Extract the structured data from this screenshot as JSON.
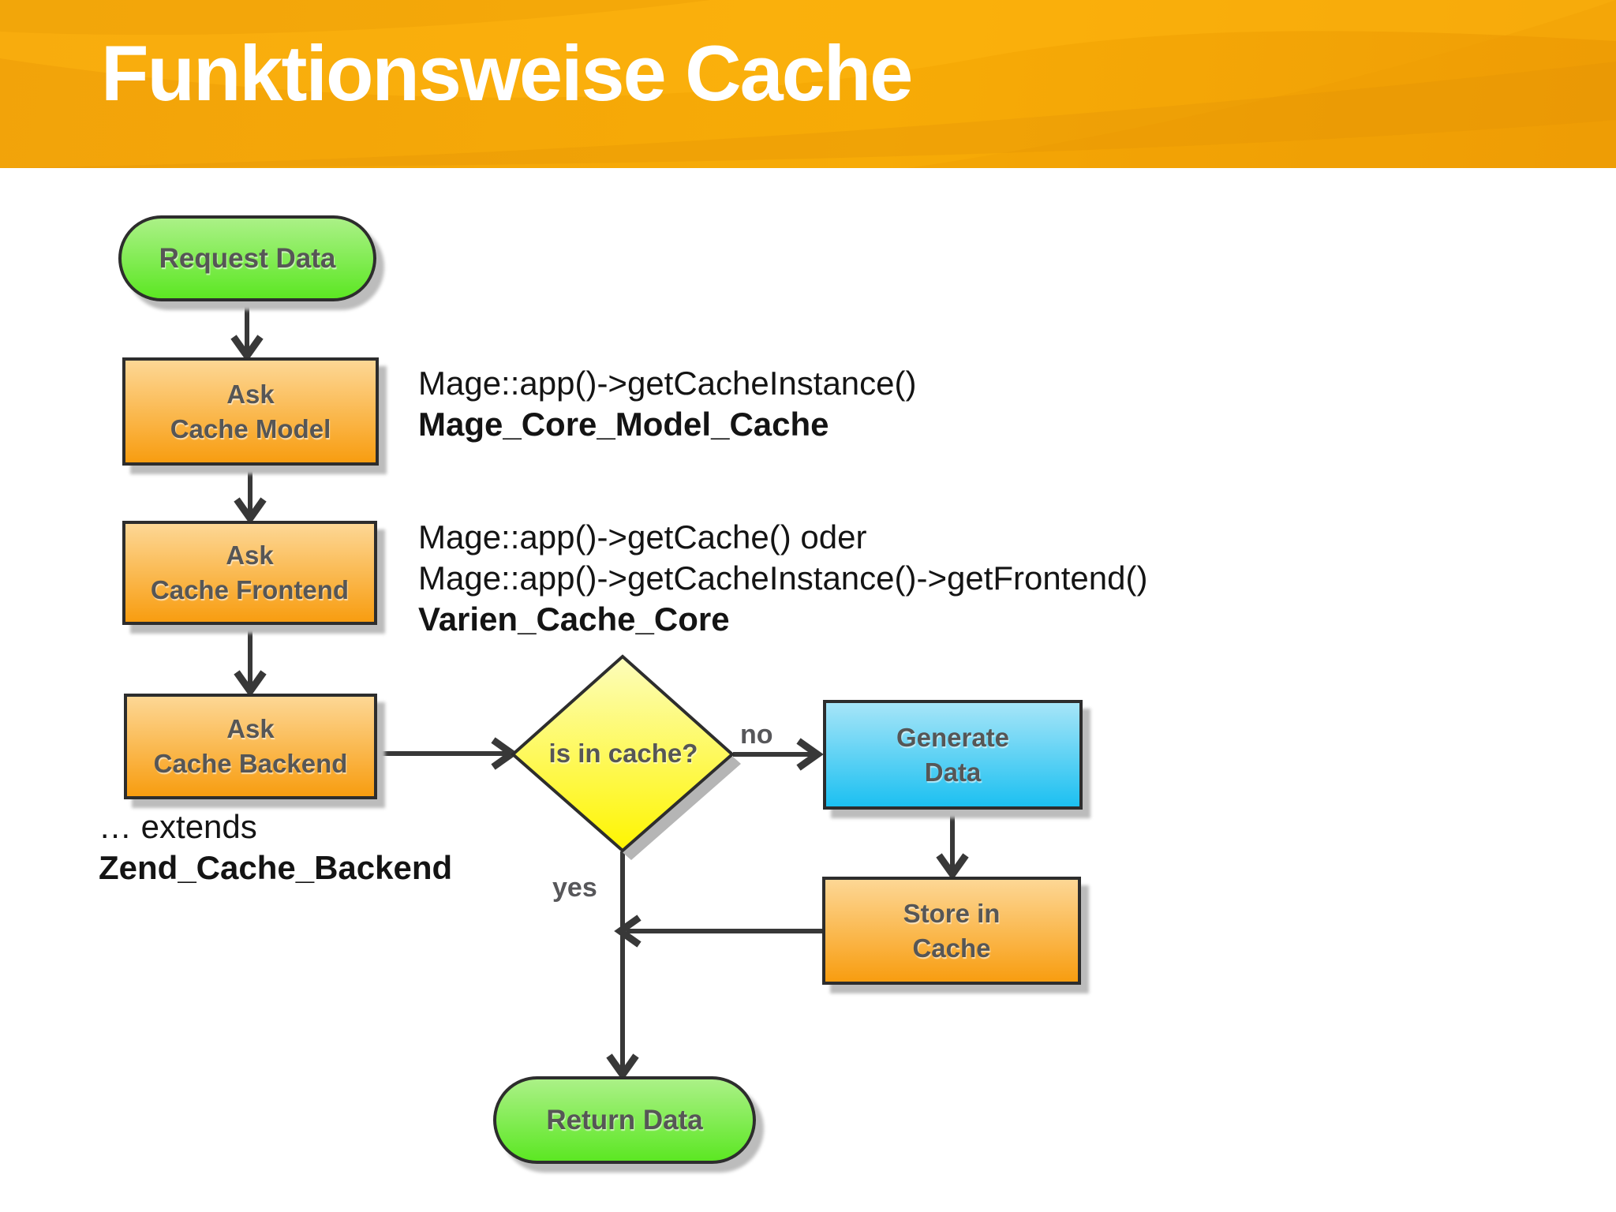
{
  "slide": {
    "title": "Funktionsweise Cache"
  },
  "flowchart": {
    "nodes": {
      "request_data": {
        "label": "Request Data"
      },
      "ask_cache_model": {
        "line1": "Ask",
        "line2": "Cache Model"
      },
      "ask_cache_frontend": {
        "line1": "Ask",
        "line2": "Cache Frontend"
      },
      "ask_cache_backend": {
        "line1": "Ask",
        "line2": "Cache Backend"
      },
      "is_in_cache": {
        "label": "is in cache?"
      },
      "generate_data": {
        "line1": "Generate",
        "line2": "Data"
      },
      "store_in_cache": {
        "line1": "Store in",
        "line2": "Cache"
      },
      "return_data": {
        "label": "Return Data"
      }
    },
    "edge_labels": {
      "no": "no",
      "yes": "yes"
    }
  },
  "annotations": {
    "cache_model": {
      "line1": "Mage::app()->getCacheInstance()",
      "line2": "Mage_Core_Model_Cache"
    },
    "cache_frontend": {
      "line1": "Mage::app()->getCache() oder",
      "line2": "Mage::app()->getCacheInstance()->getFrontend()",
      "line3": "Varien_Cache_Core"
    },
    "cache_backend": {
      "line1": "… extends",
      "line2": "Zend_Cache_Backend"
    }
  },
  "colors": {
    "header_orange": "#F5A707",
    "terminator_green_top": "#ABF187",
    "terminator_green_bottom": "#5CE723",
    "process_orange_top": "#FDD795",
    "process_orange_bottom": "#F89D10",
    "decision_yellow_top": "#FDFDBC",
    "decision_yellow_bottom": "#FEF500",
    "data_blue_top": "#A6E5F8",
    "data_blue_bottom": "#1CC0F1",
    "node_border": "#2D2D2D",
    "node_text_gray": "#565656",
    "arrow_dark": "#383838",
    "title_white": "#FFFFFF"
  }
}
